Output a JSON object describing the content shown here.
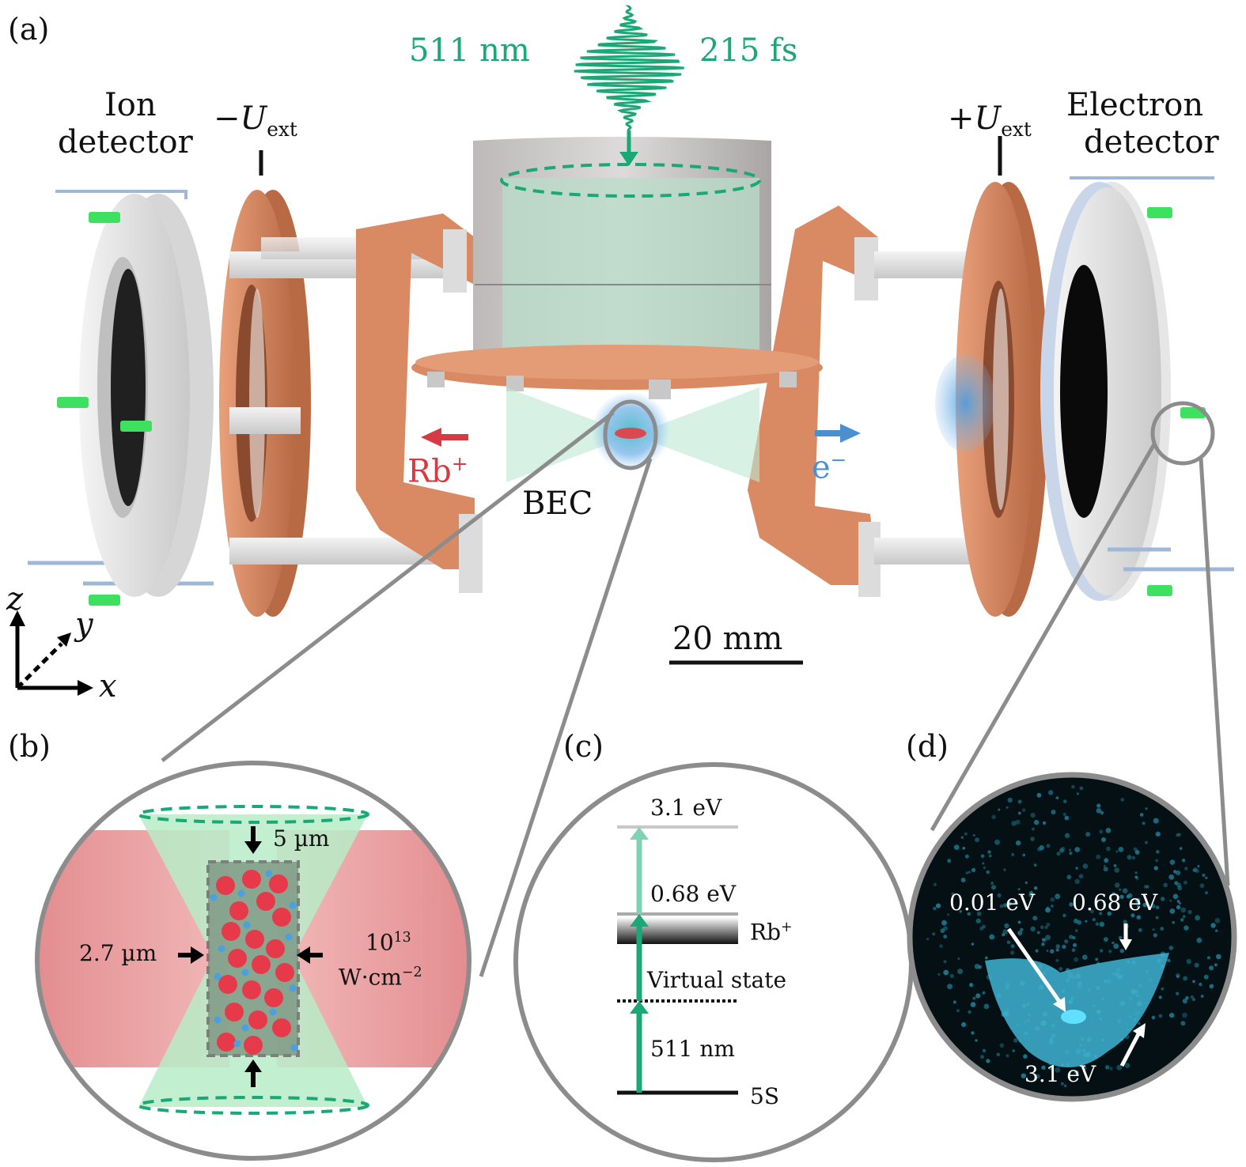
{
  "panels": {
    "a": {
      "label": "(a)",
      "laser": {
        "wavelength": "511 nm",
        "duration": "215 fs"
      },
      "ion_detector": {
        "line1": "Ion",
        "line2": "detector",
        "voltage_sign": "−",
        "voltage_symbol": "U",
        "voltage_sub": "ext"
      },
      "electron_detector": {
        "line1": "Electron",
        "line2": "detector",
        "voltage_sign": "+",
        "voltage_symbol": "U",
        "voltage_sub": "ext"
      },
      "ion_label": {
        "base": "Rb",
        "sup": "+"
      },
      "electron_label": {
        "base": "e",
        "sup": "−"
      },
      "bec_label": "BEC",
      "scale_bar": "20 mm",
      "axes": {
        "z": "z",
        "y": "y",
        "x": "x"
      }
    },
    "b": {
      "label": "(b)",
      "beam_waist": "5 µm",
      "trap_width": "2.7 µm",
      "intensity_base": "10",
      "intensity_exp": "13",
      "intensity_unit": "W·cm",
      "intensity_unit_exp": "−2"
    },
    "c": {
      "label": "(c)",
      "levels": {
        "top": "3.1 eV",
        "mid": "0.68 eV",
        "ion": {
          "base": "Rb",
          "sup": "+"
        },
        "virtual": "Virtual state",
        "photon": "511 nm",
        "ground": "5S"
      }
    },
    "d": {
      "label": "(d)",
      "annotations": {
        "low": "0.01 eV",
        "mid": "0.68 eV",
        "high": "3.1 eV"
      }
    }
  },
  "colors": {
    "laser_green": "#1aa876",
    "ion_red": "#d83a44",
    "electron_blue": "#4a90d0",
    "copper": "#d98a62",
    "zoom_line_gray": "#8c8c8c",
    "detector_screen": "#041014",
    "electron_hits": "#3fb4d2"
  }
}
